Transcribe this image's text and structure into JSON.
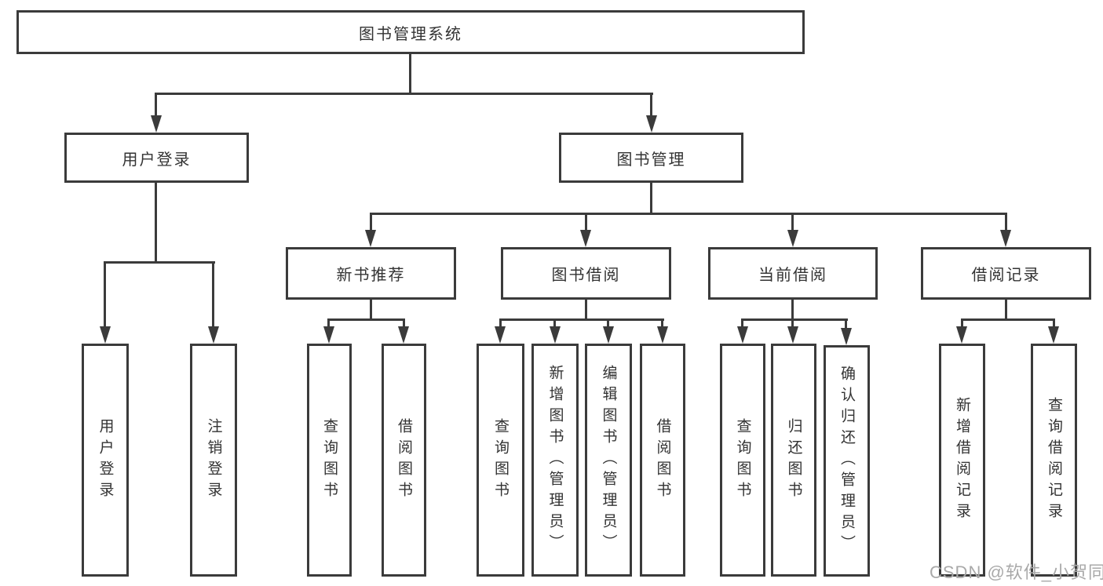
{
  "diagram": {
    "root": {
      "label": "图书管理系统",
      "children": [
        {
          "label": "用户登录",
          "children": [
            {
              "label": "用户登录"
            },
            {
              "label": "注销登录"
            }
          ]
        },
        {
          "label": "图书管理",
          "children": [
            {
              "label": "新书推荐",
              "children": [
                {
                  "label": "查询图书"
                },
                {
                  "label": "借阅图书"
                }
              ]
            },
            {
              "label": "图书借阅",
              "children": [
                {
                  "label": "查询图书"
                },
                {
                  "label": "新增图书（管理员）"
                },
                {
                  "label": "编辑图书（管理员）"
                },
                {
                  "label": "借阅图书"
                }
              ]
            },
            {
              "label": "当前借阅",
              "children": [
                {
                  "label": "查询图书"
                },
                {
                  "label": "归还图书"
                },
                {
                  "label": "确认归还（管理员）"
                }
              ]
            },
            {
              "label": "借阅记录",
              "children": [
                {
                  "label": "新增借阅记录"
                },
                {
                  "label": "查询借阅记录"
                }
              ]
            }
          ]
        }
      ]
    }
  },
  "watermark": {
    "text": "CSDN @软件_小贺同学"
  },
  "colors": {
    "line": "#3b3b3b",
    "text": "#333333",
    "node_background": "#ffffff",
    "page_background": "#ffffff",
    "watermark": "#a9a9a9"
  }
}
